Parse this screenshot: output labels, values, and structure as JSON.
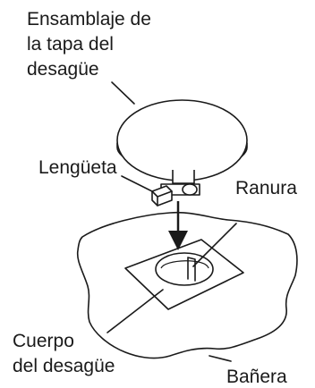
{
  "labels": {
    "cover_line1": "Ensamblaje de",
    "cover_line2": "la tapa del",
    "cover_line3": "desagüe",
    "tab": "Lengüeta",
    "slot": "Ranura",
    "body_line1": "Cuerpo",
    "body_line2": "del desagüe",
    "tub": "Bañera"
  },
  "colors": {
    "ink": "#1a1a1a",
    "background": "#ffffff"
  }
}
